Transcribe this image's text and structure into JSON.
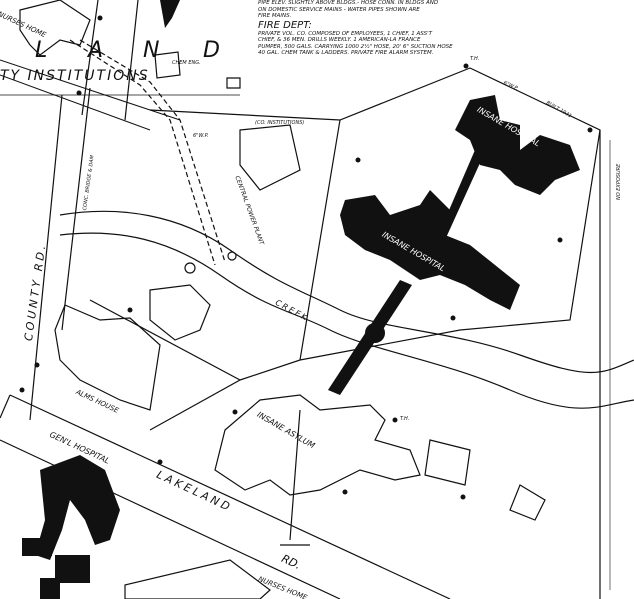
{
  "map": {
    "notes": {
      "water_lines": [
        "PIPE ELEV. SLIGHTLY ABOVE BLDGS.- HOSE CONN. IN BLDGS AND",
        "ON DOMESTIC SERVICE MAINS - WATER PIPES SHOWN ARE",
        "FIRE MAINS."
      ],
      "fire_dept_heading": "FIRE DEPT:",
      "fire_dept_lines": [
        "PRIVATE VOL. CO. COMPOSED OF EMPLOYEES, 1 CHIEF, 1 ASS'T",
        "CHIEF, & 36 MEN. DRILLS WEEKLY. 1 AMERICAN-LA FRANCE",
        "PUMPER, 500 GALS. CARRYING 1000 2½\" HOSE, 20' 6\" SUCTION HOSE",
        "40 GAL. CHEM TANK & LADDERS. PRIVATE FIRE ALARM SYSTEM."
      ]
    },
    "area_label": [
      "L",
      "A",
      "N",
      "D"
    ],
    "institutions_label": "TY INSTITUTIONS",
    "roads": {
      "county": "COUNTY RD.",
      "lakeland": "LAKELAND",
      "rd": "RD.",
      "bridge": "CONC. BRIDGE & DAM"
    },
    "creek": "CREEK",
    "buildings": {
      "nurses_home_top": "NURSES HOME",
      "insane_hospital_top": "INSANE HOSPITAL",
      "built": "BUILT 1931",
      "insane_hospital_mid": "INSANE HOSPITAL",
      "insane_asylum": "INSANE ASYLUM",
      "alms_house": "ALMS HOUSE",
      "genl_hospital": "GEN'L HOSPITAL",
      "nurses_home_bottom": "NURSES HOME",
      "power_plant": "CENTRAL POWER PLANT",
      "chem_eng": "CHEM ENG.",
      "institutions_note": "(CO. INSTITUTIONS)"
    },
    "hydrant_label": "T.H.",
    "main_label": "6\"W.P.",
    "side_label": "NO EXPOSURE"
  }
}
